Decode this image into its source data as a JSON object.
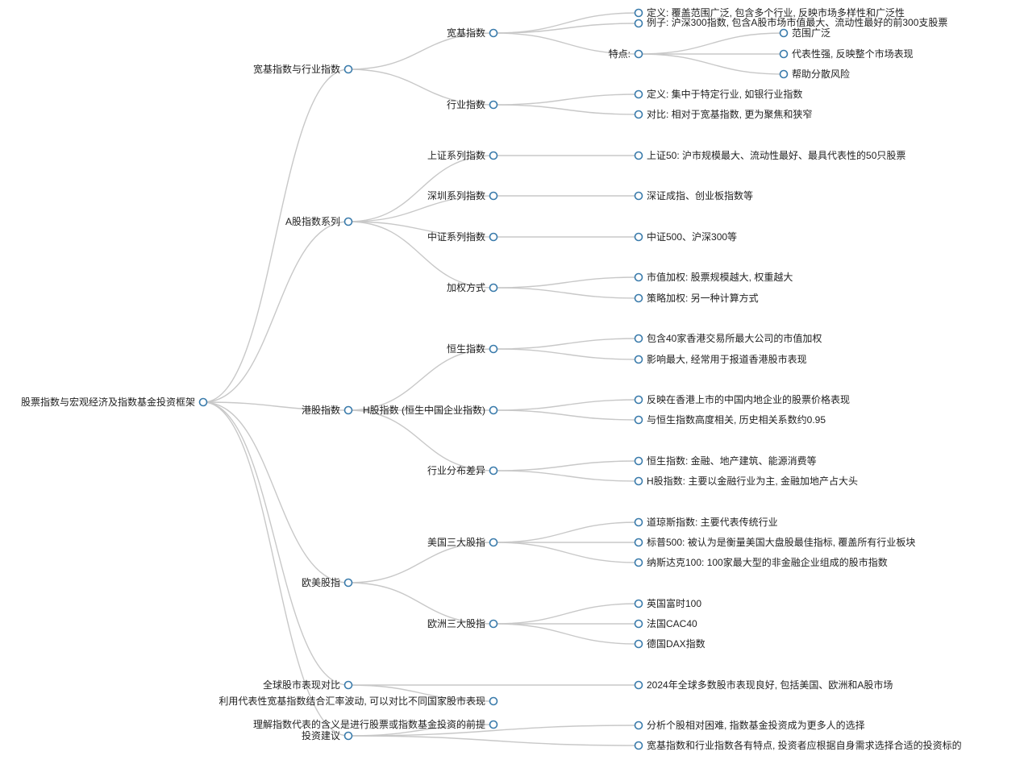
{
  "mindmap": {
    "link_color": "#c8c8c8",
    "node_stroke_color": "#3a7bab",
    "text_color": "#222222",
    "root": {
      "label": "股票指数与宏观经济及指数基金投资框架",
      "children": [
        {
          "label": "宽基指数与行业指数",
          "children": [
            {
              "label": "宽基指数",
              "children": [
                {
                  "label": "定义: 覆盖范围广泛, 包含多个行业, 反映市场多样性和广泛性"
                },
                {
                  "label": "例子: 沪深300指数, 包含A股市场市值最大、流动性最好的前300支股票"
                },
                {
                  "label": "特点:",
                  "children": [
                    {
                      "label": "范围广泛"
                    },
                    {
                      "label": "代表性强, 反映整个市场表现"
                    },
                    {
                      "label": "帮助分散风险"
                    }
                  ]
                }
              ]
            },
            {
              "label": "行业指数",
              "children": [
                {
                  "label": "定义: 集中于特定行业, 如银行业指数"
                },
                {
                  "label": "对比: 相对于宽基指数, 更为聚焦和狭窄"
                }
              ]
            }
          ]
        },
        {
          "label": "A股指数系列",
          "children": [
            {
              "label": "上证系列指数",
              "children": [
                {
                  "label": "上证50: 沪市规模最大、流动性最好、最具代表性的50只股票"
                }
              ]
            },
            {
              "label": "深圳系列指数",
              "children": [
                {
                  "label": "深证成指、创业板指数等"
                }
              ]
            },
            {
              "label": "中证系列指数",
              "children": [
                {
                  "label": "中证500、沪深300等"
                }
              ]
            },
            {
              "label": "加权方式",
              "children": [
                {
                  "label": "市值加权: 股票规模越大, 权重越大"
                },
                {
                  "label": "策略加权: 另一种计算方式"
                }
              ]
            }
          ]
        },
        {
          "label": "港股指数",
          "children": [
            {
              "label": "恒生指数",
              "children": [
                {
                  "label": "包含40家香港交易所最大公司的市值加权"
                },
                {
                  "label": "影响最大, 经常用于报道香港股市表现"
                }
              ]
            },
            {
              "label": "H股指数 (恒生中国企业指数)",
              "children": [
                {
                  "label": "反映在香港上市的中国内地企业的股票价格表现"
                },
                {
                  "label": "与恒生指数高度相关, 历史相关系数约0.95"
                }
              ]
            },
            {
              "label": "行业分布差异",
              "children": [
                {
                  "label": "恒生指数: 金融、地产建筑、能源消费等"
                },
                {
                  "label": "H股指数: 主要以金融行业为主, 金融加地产占大头"
                }
              ]
            }
          ]
        },
        {
          "label": "欧美股指",
          "children": [
            {
              "label": "美国三大股指",
              "children": [
                {
                  "label": "道琼斯指数: 主要代表传统行业"
                },
                {
                  "label": "标普500: 被认为是衡量美国大盘股最佳指标, 覆盖所有行业板块"
                },
                {
                  "label": "纳斯达克100: 100家最大型的非金融企业组成的股市指数"
                }
              ]
            },
            {
              "label": "欧洲三大股指",
              "children": [
                {
                  "label": "英国富时100"
                },
                {
                  "label": "法国CAC40"
                },
                {
                  "label": "德国DAX指数"
                }
              ]
            }
          ]
        },
        {
          "label": "全球股市表现对比",
          "children": [
            {
              "label": "2024年全球多数股市表现良好, 包括美国、欧洲和A股市场"
            },
            {
              "label": "利用代表性宽基指数结合汇率波动, 可以对比不同国家股市表现"
            }
          ]
        },
        {
          "label": "投资建议",
          "children": [
            {
              "label": "理解指数代表的含义是进行股票或指数基金投资的前提"
            },
            {
              "label": "分析个股相对困难, 指数基金投资成为更多人的选择"
            },
            {
              "label": "宽基指数和行业指数各有特点, 投资者应根据自身需求选择合适的投资标的"
            }
          ]
        }
      ]
    }
  }
}
